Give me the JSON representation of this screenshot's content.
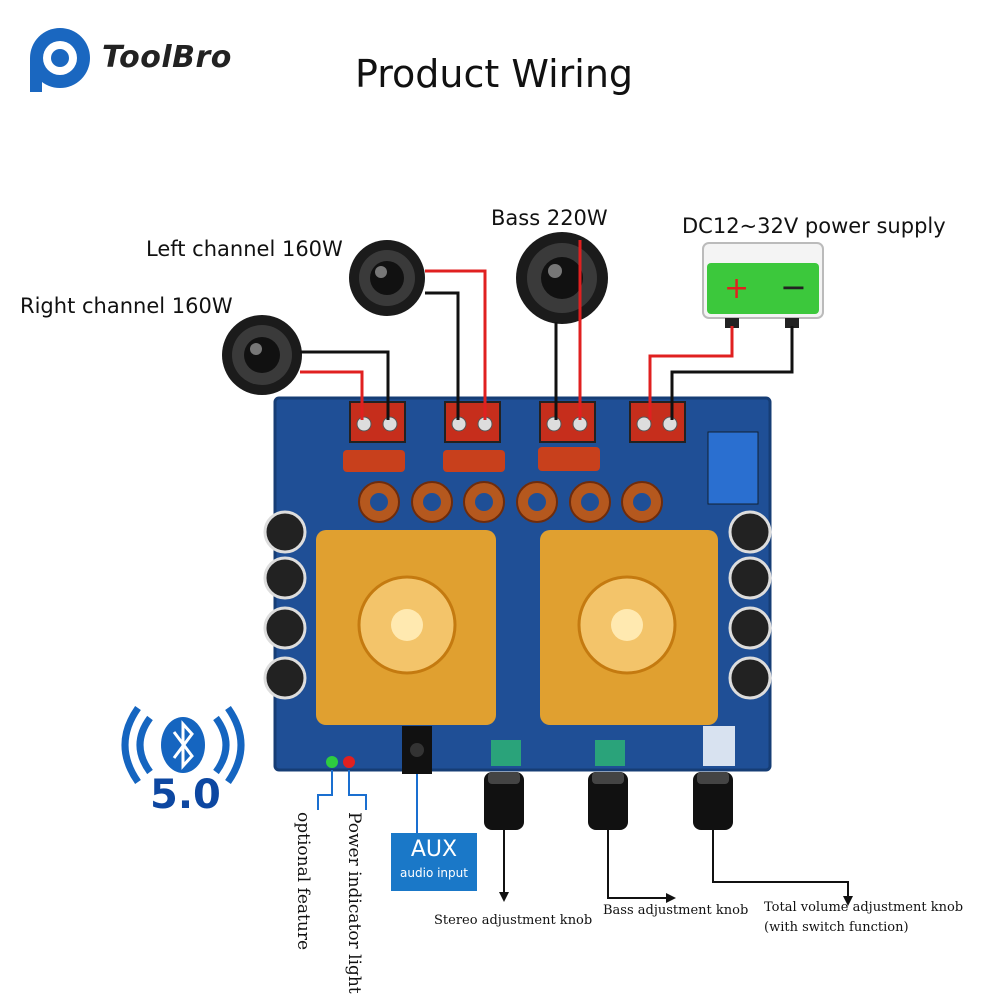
{
  "brand": {
    "name": "ToolBro"
  },
  "title": "Product Wiring",
  "labels": {
    "right_channel": "Right channel 160W",
    "left_channel": "Left channel 160W",
    "bass": "Bass 220W",
    "power_supply": "DC12~32V power supply",
    "battery_plus": "+",
    "battery_minus": "−"
  },
  "bluetooth": {
    "version": "5.0"
  },
  "indicators": {
    "optional": "optional feature",
    "power_light": "Power indicator light"
  },
  "aux": {
    "title": "AUX",
    "subtitle": "audio input"
  },
  "knobs": {
    "stereo": "Stereo adjustment knob",
    "bass": "Bass adjustment knob",
    "volume_line1": "Total volume adjustment knob",
    "volume_line2": "(with switch function)"
  },
  "colors": {
    "board": "#1f4f96",
    "heatsink": "#e0a030",
    "wire_red": "#e02020",
    "wire_black": "#111111",
    "wire_blue": "#1a6fd0",
    "battery": "#3cc83c"
  }
}
